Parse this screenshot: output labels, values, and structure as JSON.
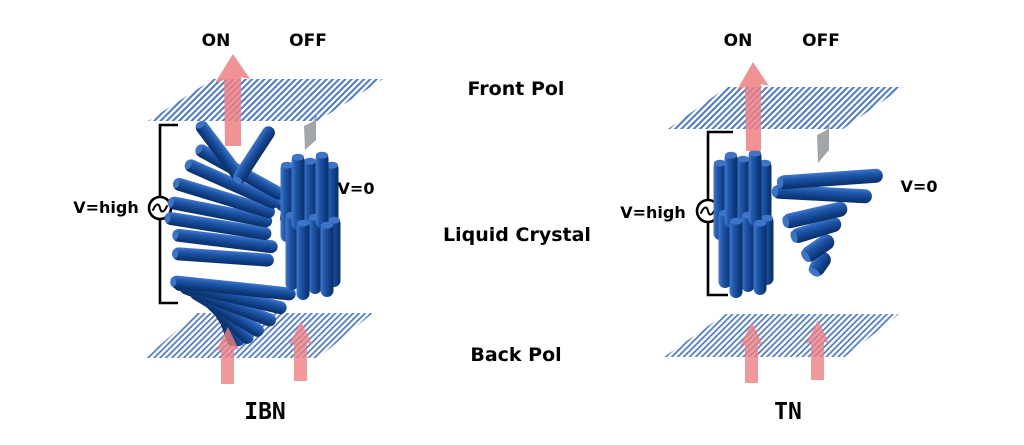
{
  "figure": {
    "ibn": {
      "on_label": "ON",
      "off_label": "OFF",
      "v_high_label": "V=high",
      "v_zero_label": "V=0",
      "title": "IBN"
    },
    "tn": {
      "on_label": "ON",
      "off_label": "OFF",
      "v_high_label": "V=high",
      "v_zero_label": "V=0",
      "title": "TN"
    },
    "layers": {
      "front_pol": "Front Pol",
      "liquid_crystal": "Liquid Crystal",
      "back_pol": "Back Pol"
    },
    "colors": {
      "rod_blue": "#1d55a8",
      "rod_highlight": "#3e74c6",
      "hatch_blue": "#4a79cc",
      "light_pink": "#ef7f82",
      "blocked_gray": "#a3a6a9",
      "text": "#000000",
      "background": "#ffffff"
    }
  }
}
